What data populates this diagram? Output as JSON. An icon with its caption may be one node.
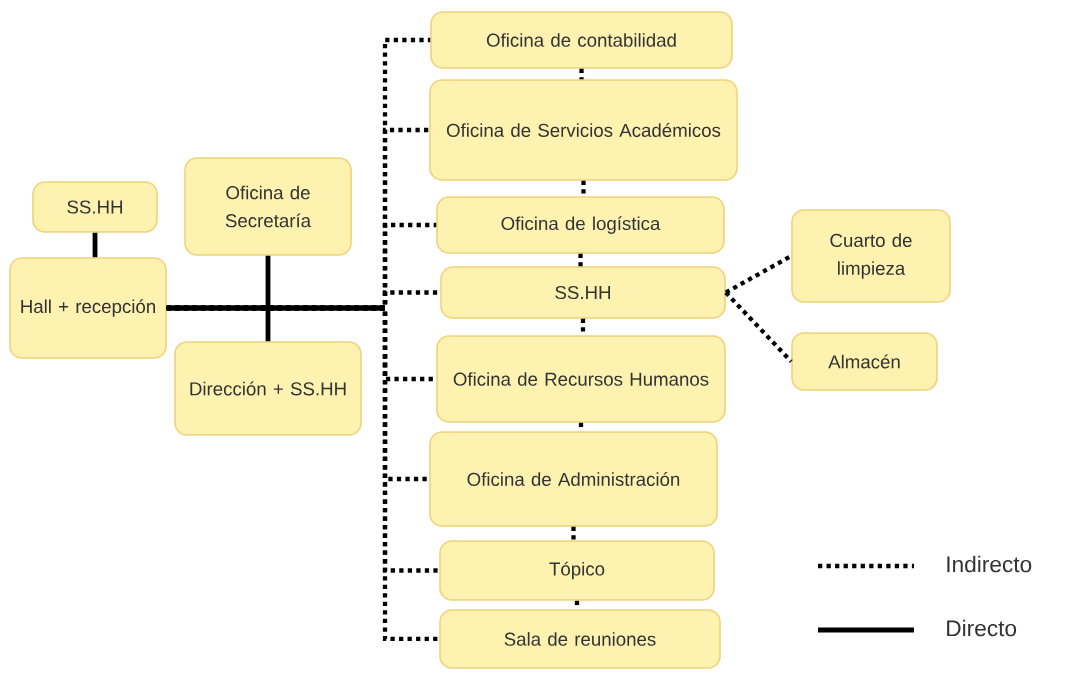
{
  "diagram": {
    "nodes": [
      {
        "text": [
          "SS.HH"
        ]
      },
      {
        "text": [
          "Hall + recepción"
        ]
      },
      {
        "text": [
          "Oficina de Secretaría"
        ]
      },
      {
        "text": [
          "Dirección + SS.HH"
        ]
      },
      {
        "text": [
          "Oficina de contabilidad"
        ]
      },
      {
        "text": [
          "Oficina de Servicios Académicos"
        ]
      },
      {
        "text": [
          "Oficina de logística"
        ]
      },
      {
        "text": [
          "SS.HH"
        ]
      },
      {
        "text": [
          "Oficina de Recursos Humanos"
        ]
      },
      {
        "text": [
          "Oficina de Administración"
        ]
      },
      {
        "text": [
          "Tópico"
        ]
      },
      {
        "text": [
          "Sala de reuniones"
        ]
      },
      {
        "text": [
          "Cuarto de limpieza"
        ]
      },
      {
        "text": [
          "Almacén"
        ]
      }
    ],
    "edges": [
      {
        "from": 0,
        "to": 1,
        "arrow": "none"
      },
      {
        "from": 1,
        "to": 2,
        "arrow": "none"
      },
      {
        "from": 1,
        "to": 3,
        "arrow": "none"
      },
      {
        "from": 1,
        "to": 4,
        "arrow": "none",
        "style": "dashed"
      },
      {
        "from": 1,
        "to": 5,
        "arrow": "none",
        "style": "dashed"
      },
      {
        "from": 1,
        "to": 6,
        "arrow": "none",
        "style": "dashed"
      },
      {
        "from": 1,
        "to": 7,
        "arrow": "none",
        "style": "dashed"
      },
      {
        "from": 1,
        "to": 8,
        "arrow": "none",
        "style": "dashed"
      },
      {
        "from": 1,
        "to": 9,
        "arrow": "none",
        "style": "dashed"
      },
      {
        "from": 1,
        "to": 10,
        "arrow": "none",
        "style": "dashed"
      },
      {
        "from": 1,
        "to": 11,
        "arrow": "none",
        "style": "dashed"
      },
      {
        "from": 4,
        "to": 5,
        "arrow": "none",
        "style": "dashed"
      },
      {
        "from": 5,
        "to": 6,
        "arrow": "none",
        "style": "dashed"
      },
      {
        "from": 6,
        "to": 7,
        "arrow": "none",
        "style": "dashed"
      },
      {
        "from": 7,
        "to": 8,
        "arrow": "none",
        "style": "dashed"
      },
      {
        "from": 8,
        "to": 9,
        "arrow": "none",
        "style": "dashed"
      },
      {
        "from": 9,
        "to": 10,
        "arrow": "none",
        "style": "dashed"
      },
      {
        "from": 10,
        "to": 11,
        "arrow": "none",
        "style": "dashed"
      },
      {
        "from": 7,
        "to": 12,
        "arrow": "none",
        "style": "dashed"
      },
      {
        "from": 7,
        "to": 13,
        "arrow": "none",
        "style": "dashed"
      }
    ],
    "legend": [
      {
        "text": "Indirecto"
      },
      {
        "text": "Directo"
      }
    ]
  }
}
